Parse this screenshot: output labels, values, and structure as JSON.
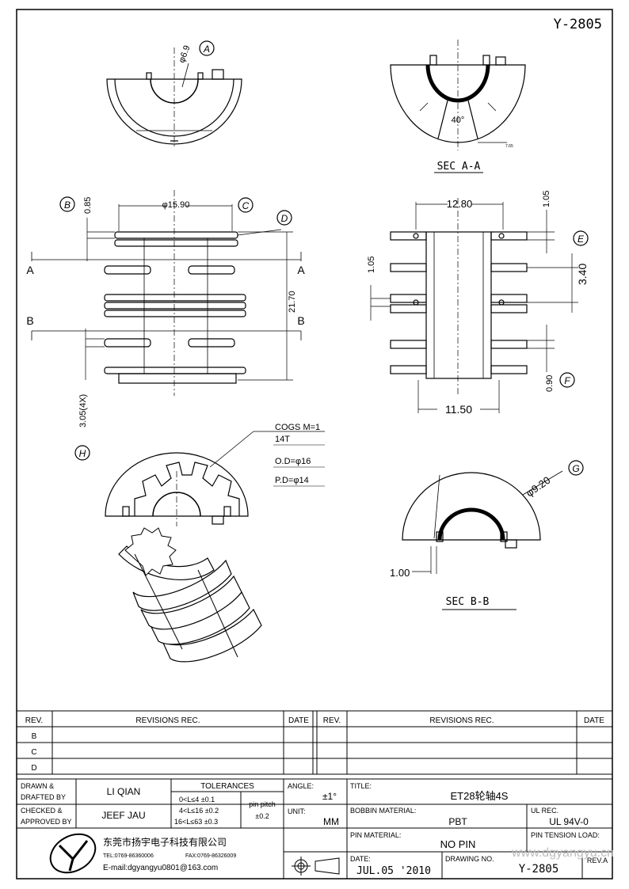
{
  "drawing_number_top": "Y-2805",
  "views": {
    "view_a": {
      "circle": "A",
      "dia": "φ6.9"
    },
    "sec_aa": {
      "angle": "40°",
      "small_dim": "7.65",
      "caption": "SEC A-A"
    },
    "front": {
      "circle_b": "B",
      "circle_c": "C",
      "circle_d": "D",
      "dim_085": "0.85",
      "dim_1590": "φ15.90",
      "dim_2170": "21.70",
      "dim_305": "3.05(4X)",
      "cut_a": "A",
      "cut_b": "B"
    },
    "side": {
      "circle_e": "E",
      "circle_f": "F",
      "dim_1280": "12.80",
      "dim_105_top": "1.05",
      "dim_105_left": "1.05",
      "dim_340": "3.40",
      "dim_090": "0.90",
      "dim_1150": "11.50"
    },
    "gear": {
      "circle_h": "H",
      "note1": "COGS M=1",
      "note2": "14T",
      "note3": "O.D=φ16",
      "note4": "P.D=φ14"
    },
    "sec_bb": {
      "circle_g": "G",
      "dia": "φ9.20",
      "dim_100": "1.00",
      "caption": "SEC B-B"
    }
  },
  "revisions": {
    "headers": [
      "REV.",
      "REVISIONS   REC.",
      "DATE",
      "REV.",
      "REVISIONS   REC.",
      "DATE"
    ],
    "rows": [
      "B",
      "C",
      "D"
    ]
  },
  "title_block": {
    "drawn_label": "DRAWN &\nDRAFTED BY",
    "drawn_value": "LI QIAN",
    "checked_label": "CHECKED &\nAPPROVED BY",
    "checked_value": "JEEF JAU",
    "tolerances_label": "TOLERANCES",
    "tol_rows": [
      "0<L≤4    ±0.1",
      "4<L≤16  ±0.2",
      "16<L≤63  ±0.3"
    ],
    "pin_pitch_label": "pin pitch",
    "pin_pitch_value": "±0.2",
    "angle_label": "ANGLE:",
    "angle_value": "±1°",
    "unit_label": "UNIT:",
    "unit_value": "MM",
    "title_label": "TITLE:",
    "title_value": "ET28轮轴4S",
    "bobbin_label": "BOBBIN MATERIAL:",
    "bobbin_value": "PBT",
    "ul_label": "UL REC.",
    "ul_value": "UL 94V-0",
    "pin_mat_label": "PIN MATERIAL:",
    "pin_mat_value": "NO PIN",
    "pin_tension_label": "PIN TENSION LOAD:",
    "date_label": "DATE:",
    "date_value": "JUL.05 '2010",
    "drawing_no_label": "DRAWING NO.",
    "drawing_no_value": "Y-2805",
    "rev_label": "REV.A",
    "company": "东莞市扬宇电子科技有限公司",
    "tel": "TEL:0769-86360006",
    "fax": "FAX:0769-86326009",
    "email": "E-mail:dgyangyu0801@163.com",
    "logo_letters": "Y"
  },
  "watermark": "www.dgyangyu.cn"
}
